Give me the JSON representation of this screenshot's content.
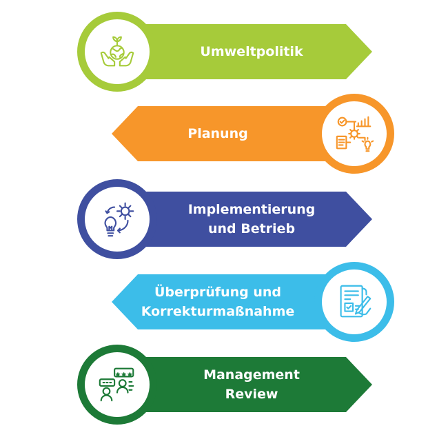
{
  "steps": [
    {
      "label": "Umweltpolitik",
      "color": "#a6cb3a",
      "icon": "globe-in-hands-icon"
    },
    {
      "label": "Planung",
      "color": "#f7962a",
      "icon": "planning-process-icon"
    },
    {
      "label": "Implementierung\nund Betrieb",
      "color": "#3f4fa0",
      "icon": "idea-gear-icon"
    },
    {
      "label": "Überprüfung und\nKorrekturmaßnahme",
      "color": "#3cbde9",
      "icon": "document-review-icon"
    },
    {
      "label": "Management\nReview",
      "color": "#1d7a37",
      "icon": "rating-review-icon"
    }
  ]
}
